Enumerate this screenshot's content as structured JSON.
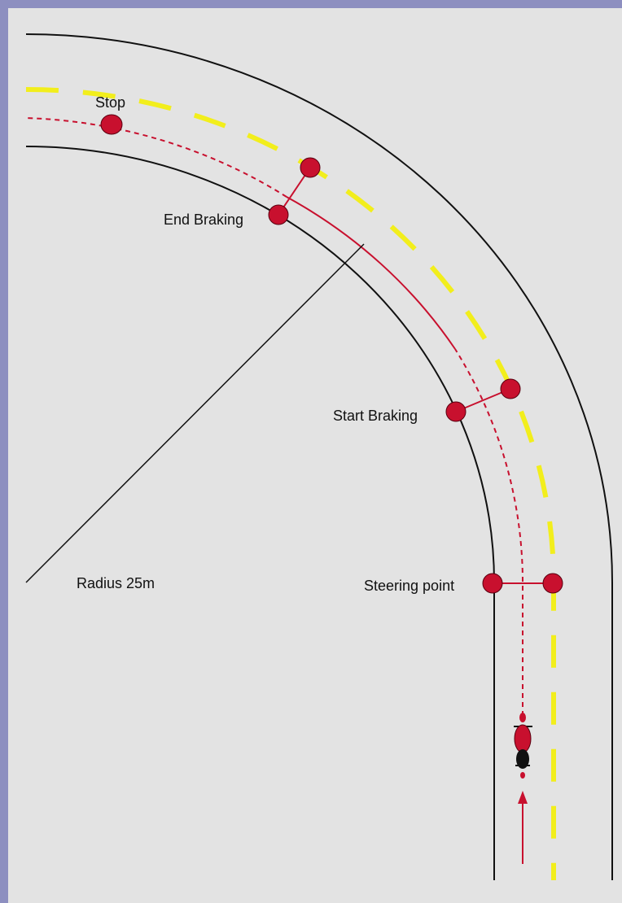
{
  "labels": {
    "stop": "Stop",
    "end_braking": "End Braking",
    "start_braking": "Start Braking",
    "steering_point": "Steering point",
    "radius": "Radius 25m"
  },
  "colors": {
    "background": "#e3e3e3",
    "frame": "#8d8fc0",
    "road_edge": "#111111",
    "center_line": "#f2ee1c",
    "path": "#c8102e",
    "marker": "#c8102e"
  }
}
